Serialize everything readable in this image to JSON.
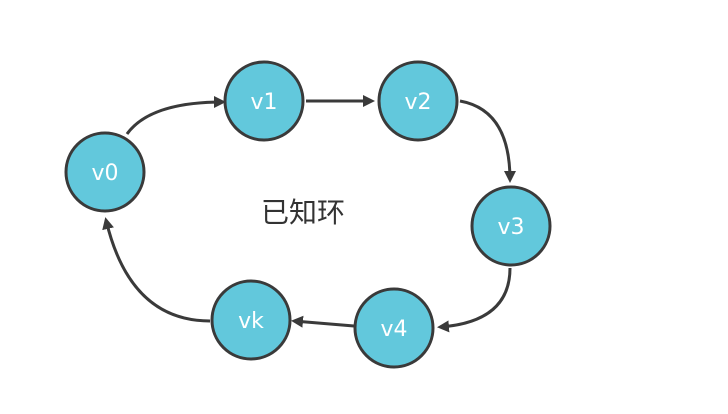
{
  "diagram": {
    "center_label": "已知环",
    "colors": {
      "node_fill": "#62c8dc",
      "stroke": "#3a3a3a",
      "node_text": "#ffffff"
    },
    "nodes": [
      {
        "id": "v0",
        "label": "v0"
      },
      {
        "id": "v1",
        "label": "v1"
      },
      {
        "id": "v2",
        "label": "v2"
      },
      {
        "id": "v3",
        "label": "v3"
      },
      {
        "id": "v4",
        "label": "v4"
      },
      {
        "id": "vk",
        "label": "vk"
      }
    ],
    "edges": [
      {
        "from": "v0",
        "to": "v1"
      },
      {
        "from": "v1",
        "to": "v2"
      },
      {
        "from": "v2",
        "to": "v3"
      },
      {
        "from": "v3",
        "to": "v4"
      },
      {
        "from": "v4",
        "to": "vk"
      },
      {
        "from": "vk",
        "to": "v0"
      }
    ]
  }
}
